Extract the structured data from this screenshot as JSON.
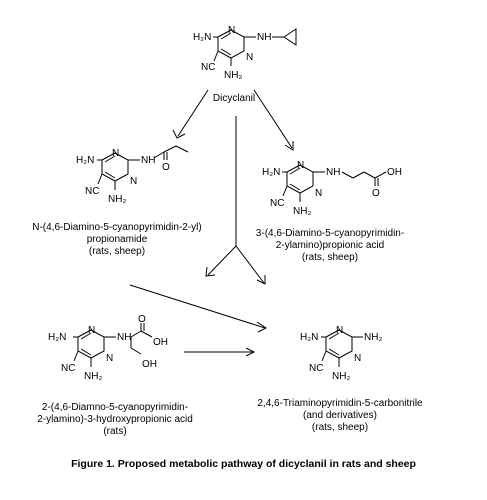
{
  "caption": "Figure 1.  Proposed metabolic pathway of dicyclanil in rats and sheep",
  "compounds": {
    "dicyclanil": {
      "name": "Dicyclanil",
      "groups": {
        "amino_left": "H₂N",
        "amino_right": "NH",
        "cyano": "NC",
        "amino_bottom": "NH₂",
        "ring_n": "N"
      }
    },
    "propionamide": {
      "name_lines": [
        "N-(4,6-Diamino-5-cyanopyrimidin-2-yl)",
        "propionamide",
        "(rats, sheep)"
      ],
      "groups": {
        "amino_left": "H₂N",
        "nh": "NH",
        "cyano": "NC",
        "amino_bottom": "NH₂",
        "ring_n": "N",
        "carbonyl_o": "O"
      }
    },
    "propionic_acid": {
      "name_lines": [
        "3-(4,6-Diamino-5-cyanopyrimidin-",
        "2-ylamino)propionic acid",
        "(rats, sheep)"
      ],
      "groups": {
        "amino_left": "H₂N",
        "nh": "NH",
        "cyano": "NC",
        "amino_bottom": "NH₂",
        "ring_n": "N",
        "acid_oh": "OH",
        "acid_o": "O"
      }
    },
    "hydroxypropionic_acid": {
      "name_lines": [
        "2-(4,6-Diamno-5-cyanopyrimidin-",
        "2-ylamino)-3-hydroxypropionic acid",
        "(rats)"
      ],
      "groups": {
        "amino_left": "H₂N",
        "nh": "NH",
        "cyano": "NC",
        "amino_bottom": "NH₂",
        "ring_n": "N",
        "acid_o": "O",
        "acid_oh": "OH",
        "side_oh": "OH"
      }
    },
    "triaminopyrimidine": {
      "name_lines": [
        "2,4,6-Triaminopyrimidin-5-carbonitrile",
        "(and derivatives)",
        "(rats, sheep)"
      ],
      "groups": {
        "amino_left": "H₂N",
        "amino_right": "NH₂",
        "cyano": "NC",
        "amino_bottom": "NH₂",
        "ring_n": "N"
      }
    }
  }
}
